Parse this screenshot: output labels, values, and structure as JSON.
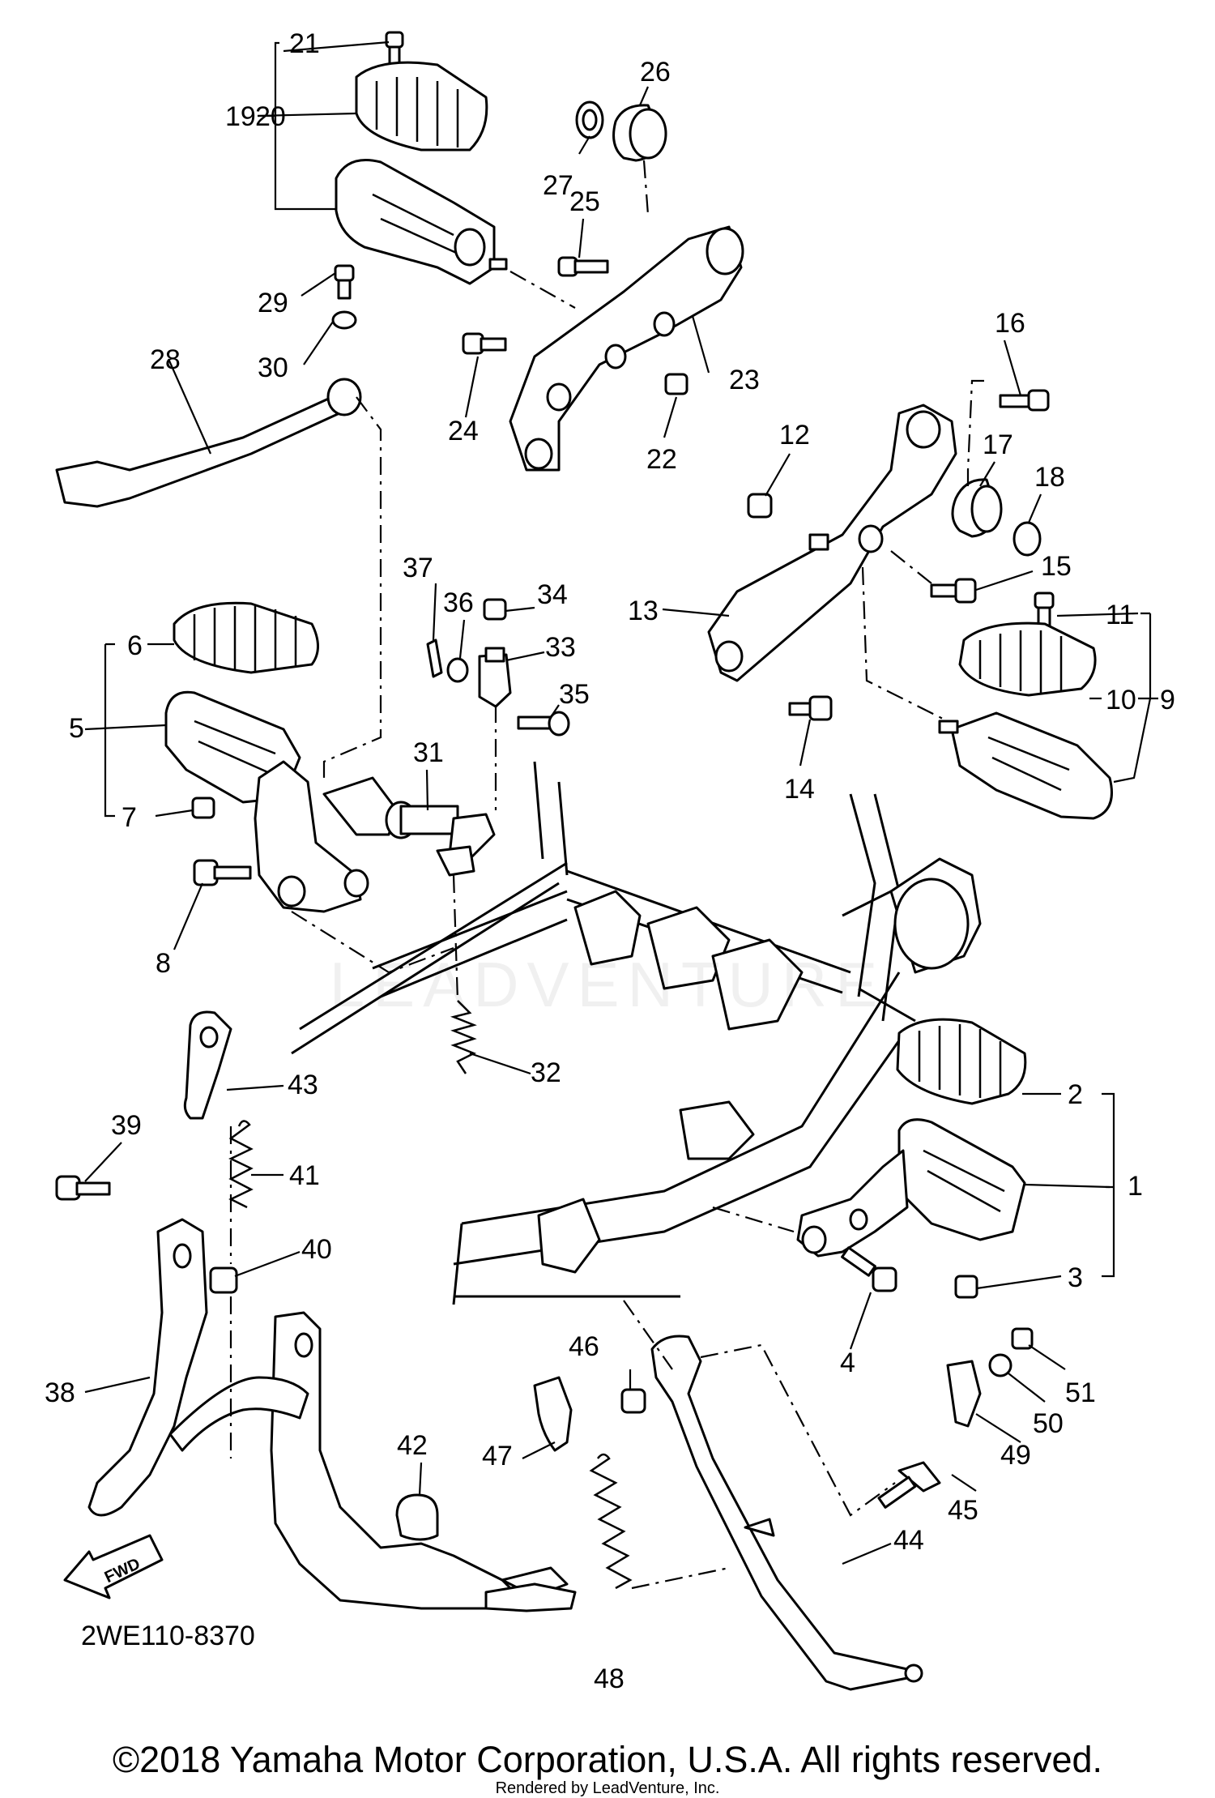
{
  "diagram": {
    "part_numbers": [
      "1",
      "2",
      "3",
      "4",
      "5",
      "6",
      "7",
      "8",
      "9",
      "10",
      "11",
      "12",
      "13",
      "14",
      "15",
      "16",
      "17",
      "18",
      "19",
      "20",
      "21",
      "22",
      "23",
      "24",
      "25",
      "26",
      "27",
      "28",
      "29",
      "30",
      "31",
      "32",
      "33",
      "34",
      "35",
      "36",
      "37",
      "38",
      "39",
      "40",
      "41",
      "42",
      "43",
      "44",
      "45",
      "46",
      "47",
      "48",
      "49",
      "50",
      "51"
    ],
    "diagram_code": "2WE110-8370",
    "fwd_label": "FWD",
    "watermark": "LEADVENTURE"
  },
  "footer": {
    "copyright": "©2018 Yamaha Motor Corporation, U.S.A. All rights reserved.",
    "rendered_by": "Rendered by LeadVenture, Inc."
  }
}
